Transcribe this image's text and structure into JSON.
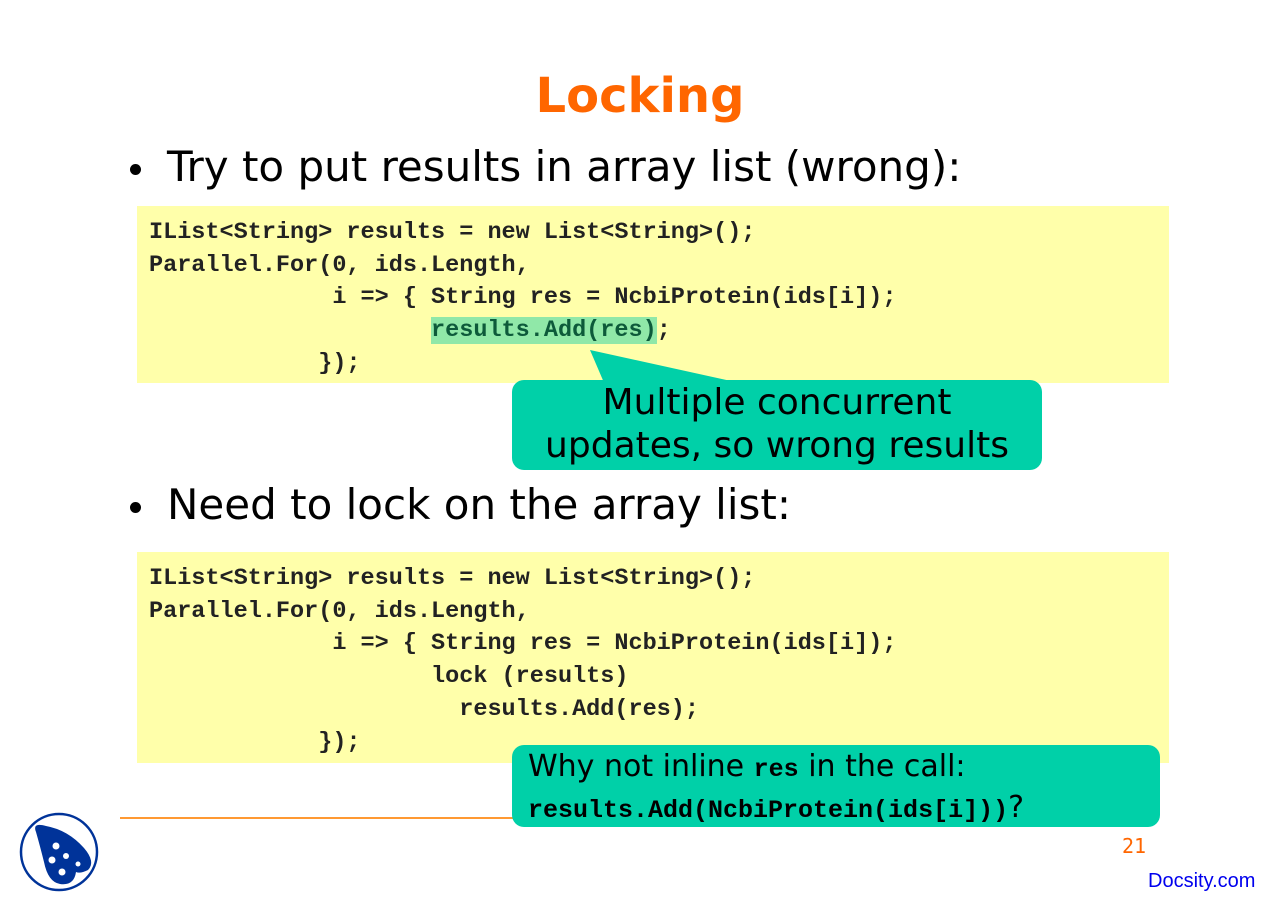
{
  "slide": {
    "title": "Locking",
    "page_number": "21",
    "brand": "Docsity.com",
    "colors": {
      "title": "#ff6600",
      "code_bg": "#ffffaa",
      "callout_bg": "#00d0a8",
      "highlight": "#90e8a8",
      "brand": "#0000ee",
      "logo": "#003399"
    }
  },
  "section1": {
    "bullet": "Try to put results in array list (wrong):",
    "code": [
      "IList<String> results = new List<String>();",
      "Parallel.For(0, ids.Length,",
      "             i => { String res = NcbiProtein(ids[i]);",
      "                    ",
      "            });"
    ],
    "highlight_prefix": "                    ",
    "highlight_text": "results.Add(res)",
    "highlight_suffix": ";",
    "callout": [
      "Multiple concurrent",
      "updates, so wrong results"
    ]
  },
  "section2": {
    "bullet": "Need to lock on the array list:",
    "code": [
      "IList<String> results = new List<String>();",
      "Parallel.For(0, ids.Length,",
      "             i => { String res = NcbiProtein(ids[i]);",
      "                    lock (results)",
      "                      results.Add(res);",
      "            });"
    ],
    "callout": {
      "line1_prefix": "Why not inline ",
      "line1_code": "res",
      "line1_suffix": " in the call:",
      "line2_code": "results.Add(NcbiProtein(ids[i]))",
      "line2_suffix": "?"
    }
  }
}
